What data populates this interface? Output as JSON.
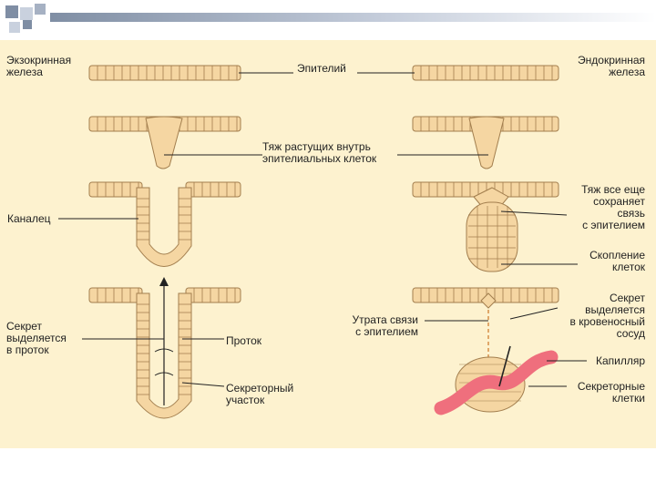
{
  "colors": {
    "background": "#fdf2cf",
    "cell_fill": "#f5d6a2",
    "cell_stroke": "#a27e4e",
    "capillary": "#ef6f7d",
    "label_text": "#222222",
    "square_dark": "#7f8ea4",
    "square_light": "#c9d1de"
  },
  "labels": {
    "exocrine_gland": [
      "Экзокринная",
      "железа"
    ],
    "epithelium": "Эпителий",
    "endocrine_gland": [
      "Эндокринная",
      "железа"
    ],
    "cord_growing": [
      "Тяж растущих внутрь",
      "эпителиальных клеток"
    ],
    "canal": "Каналец",
    "cord_still_connected": [
      "Тяж все еще",
      "сохраняет",
      "связь",
      "с эпителием"
    ],
    "cell_cluster": [
      "Скопление",
      "клеток"
    ],
    "secret_into_duct": [
      "Секрет",
      "выделяется",
      "в проток"
    ],
    "duct": "Проток",
    "secretory_part": [
      "Секреторный",
      "участок"
    ],
    "loss_of_connection": [
      "Утрата связи",
      "с эпителием"
    ],
    "secret_into_vessel": [
      "Секрет",
      "выделяется",
      "в кровеносный",
      "сосуд"
    ],
    "capillary": "Капилляр",
    "secretory_cells": [
      "Секреторные",
      "клетки"
    ]
  }
}
